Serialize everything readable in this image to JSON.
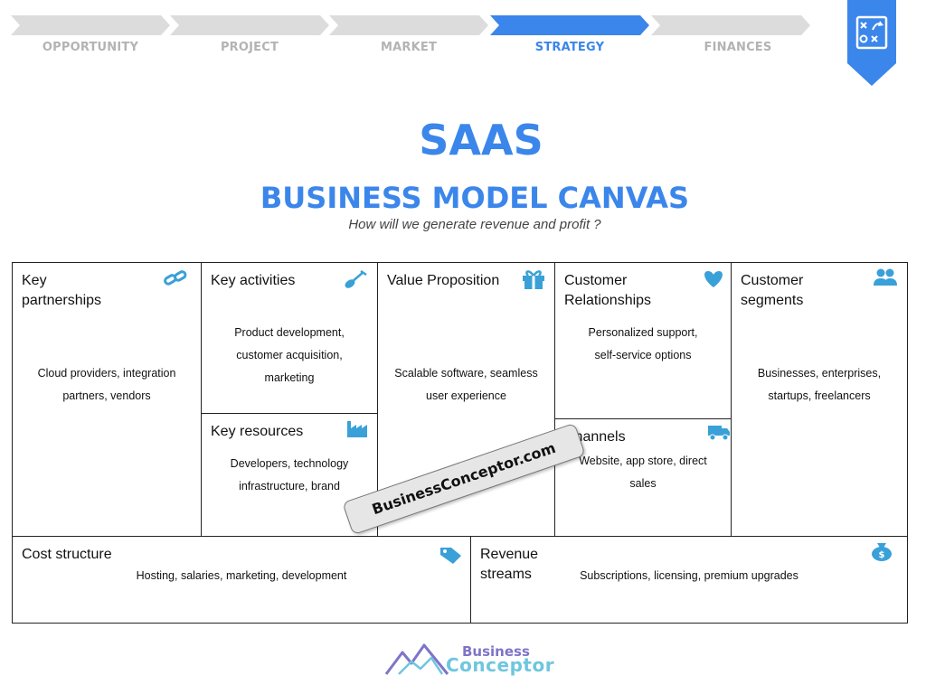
{
  "steps": [
    {
      "label": "OPPORTUNITY",
      "active": false
    },
    {
      "label": "PROJECT",
      "active": false
    },
    {
      "label": "MARKET",
      "active": false
    },
    {
      "label": "STRATEGY",
      "active": true
    },
    {
      "label": "FINANCES",
      "active": false
    }
  ],
  "header": {
    "title": "SAAS",
    "subtitle": "BUSINESS MODEL CANVAS",
    "question": "How will we generate revenue and profit ?"
  },
  "canvas": {
    "key_partnerships": {
      "title": "Key partnerships",
      "body": "Cloud providers, integration partners, vendors",
      "icon": "link-icon"
    },
    "key_activities": {
      "title": "Key activities",
      "body": "Product development, customer acquisition, marketing",
      "icon": "shovel-icon"
    },
    "key_resources": {
      "title": "Key resources",
      "body": "Developers, technology infrastructure, brand",
      "icon": "factory-icon"
    },
    "value_proposition": {
      "title": "Value Proposition",
      "body": "Scalable software, seamless user experience",
      "icon": "gift-icon"
    },
    "customer_relationships": {
      "title": "Customer Relationships",
      "body": "Personalized support, self-service options",
      "icon": "heart-icon"
    },
    "channels": {
      "title": "Channels",
      "body": "Website, app store, direct sales",
      "icon": "truck-icon"
    },
    "customer_segments": {
      "title": "Customer segments",
      "body": "Businesses, enterprises, startups, freelancers",
      "icon": "users-icon"
    },
    "cost_structure": {
      "title": "Cost structure",
      "body": "Hosting, salaries, marketing, development",
      "icon": "tag-icon"
    },
    "revenue_streams": {
      "title": "Revenue streams",
      "body": "Subscriptions, licensing, premium upgrades",
      "icon": "money-bag-icon"
    }
  },
  "watermark": "BusinessConceptor.com",
  "logo": {
    "line1": "Business",
    "line2": "Conceptor"
  },
  "colors": {
    "accent": "#3b86ea",
    "step_inactive": "#dcdcdc",
    "icon": "#3aa0d8"
  }
}
